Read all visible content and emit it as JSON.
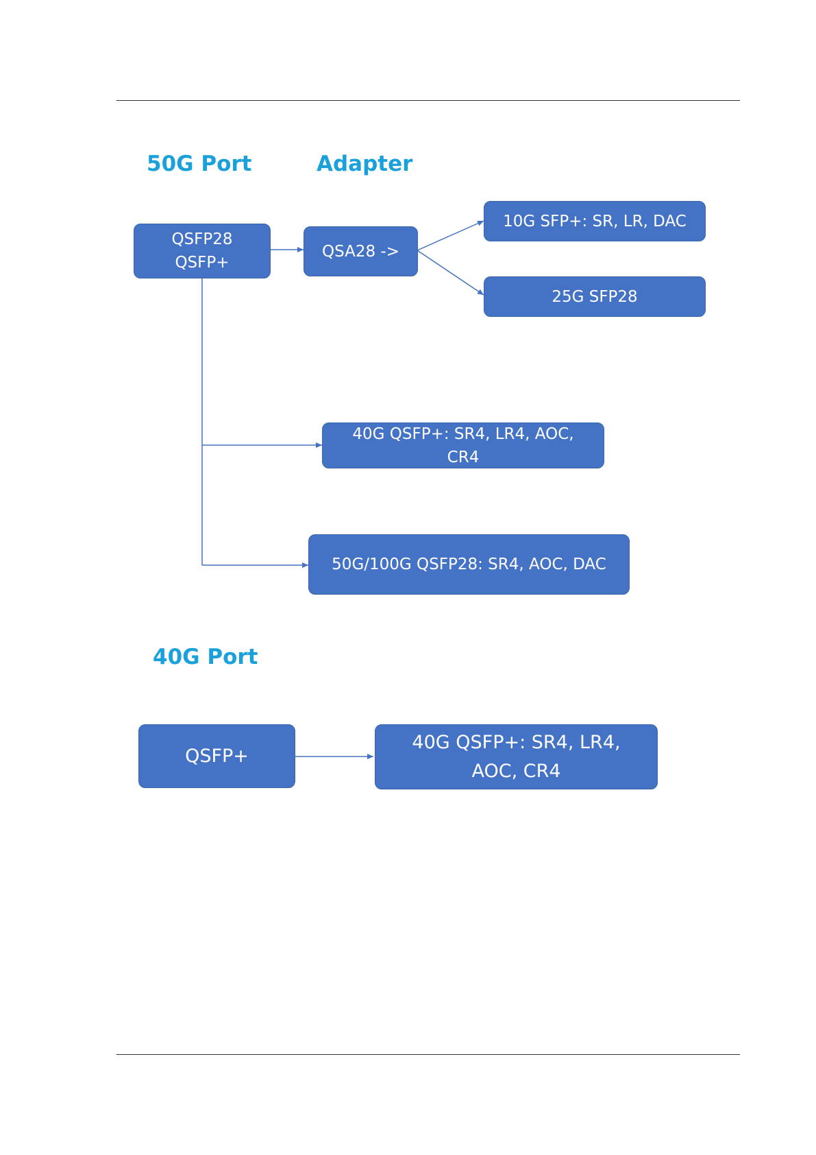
{
  "colors": {
    "heading": "#1aa1db",
    "node_fill": "#4472c4",
    "node_border": "#3a65aa",
    "connector": "#4472c4"
  },
  "sections": {
    "port_50g": {
      "title": "50G Port",
      "adapter_title": "Adapter",
      "source": {
        "line1": "QSFP28",
        "line2": "QSFP+"
      },
      "adapter": "QSA28 ->",
      "adapter_targets": [
        "10G SFP+: SR, LR, DAC",
        "25G SFP28"
      ],
      "direct_targets": [
        "40G QSFP+: SR4, LR4, AOC, CR4",
        "50G/100G QSFP28: SR4, AOC, DAC"
      ]
    },
    "port_40g": {
      "title": "40G Port",
      "source": "QSFP+",
      "target": "40G QSFP+: SR4, LR4, AOC, CR4"
    }
  },
  "edges": [
    {
      "from": "source-50g",
      "to": "adapter-qsa28"
    },
    {
      "from": "adapter-qsa28",
      "to": "target-10g-sfp"
    },
    {
      "from": "adapter-qsa28",
      "to": "target-25g-sfp28"
    },
    {
      "from": "source-50g",
      "to": "target-40g-qsfp"
    },
    {
      "from": "source-50g",
      "to": "target-50g-100g-qsfp28"
    },
    {
      "from": "source-40g",
      "to": "target-40g-port-qsfp"
    }
  ]
}
